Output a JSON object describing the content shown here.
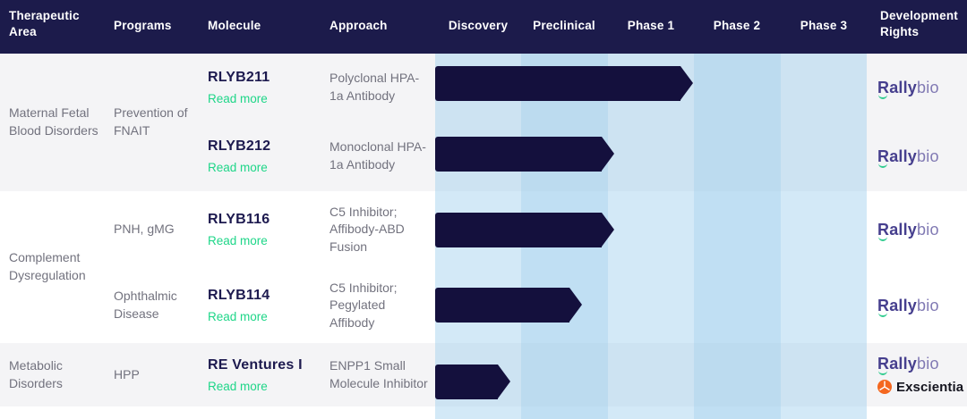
{
  "ui": {
    "read_more_label": "Read more",
    "brand": {
      "rallybio_rally": "Rally",
      "rallybio_bio": "bio",
      "exscientia": "Exscientia"
    },
    "colors": {
      "header_bg": "#1c1b4b",
      "arrow_navy": "#14103d",
      "band_blue": "#96caeb",
      "accent_green": "#1ed688",
      "text_gray": "#72727e",
      "molecule_navy": "#1d1a4f",
      "rallybio_purple": "#463f8e",
      "exscientia_orange": "#f4671f",
      "row_stripe_gray": "#f4f4f6"
    }
  },
  "header": {
    "columns": [
      "Therapeutic Area",
      "Programs",
      "Molecule",
      "Approach",
      "Discovery",
      "Preclinical",
      "Phase 1",
      "Phase 2",
      "Phase 3",
      "Development Rights"
    ]
  },
  "chart_data": {
    "type": "gantt",
    "title": "Therapeutic development pipeline",
    "phases": [
      "Discovery",
      "Preclinical",
      "Phase 1",
      "Phase 2",
      "Phase 3"
    ],
    "progress_unit": "phase columns spanned by each arrow (0-5)",
    "groups": [
      {
        "therapeutic_area": "Maternal Fetal Blood Disorders",
        "programs": [
          {
            "name": "Prevention of FNAIT",
            "molecules": [
              {
                "name": "RLYB211",
                "approach": "Polyclonal HPA-1a Antibody",
                "stage_reached": "Phase 1",
                "progress_phases": 2.99,
                "development_rights": [
                  "Rallybio"
                ]
              },
              {
                "name": "RLYB212",
                "approach": "Monoclonal HPA-1a Antibody",
                "stage_reached": "Preclinical",
                "progress_phases": 2.07,
                "development_rights": [
                  "Rallybio"
                ]
              }
            ]
          }
        ]
      },
      {
        "therapeutic_area": "Complement Dysregulation",
        "programs": [
          {
            "name": "PNH, gMG",
            "molecules": [
              {
                "name": "RLYB116",
                "approach": "C5 Inhibitor; Affibody-ABD Fusion",
                "stage_reached": "Preclinical",
                "progress_phases": 2.07,
                "development_rights": [
                  "Rallybio"
                ]
              }
            ]
          },
          {
            "name": "Ophthalmic Disease",
            "molecules": [
              {
                "name": "RLYB114",
                "approach": "C5 Inhibitor; Pegylated Affibody",
                "stage_reached": "Preclinical",
                "progress_phases": 1.7,
                "development_rights": [
                  "Rallybio"
                ]
              }
            ]
          }
        ]
      },
      {
        "therapeutic_area": "Metabolic Disorders",
        "programs": [
          {
            "name": "HPP",
            "molecules": [
              {
                "name": "RE Ventures I",
                "approach": "ENPP1 Small Molecule Inhibitor",
                "stage_reached": "Discovery",
                "progress_phases": 0.87,
                "development_rights": [
                  "Rallybio",
                  "Exscientia"
                ]
              }
            ]
          }
        ]
      }
    ]
  }
}
